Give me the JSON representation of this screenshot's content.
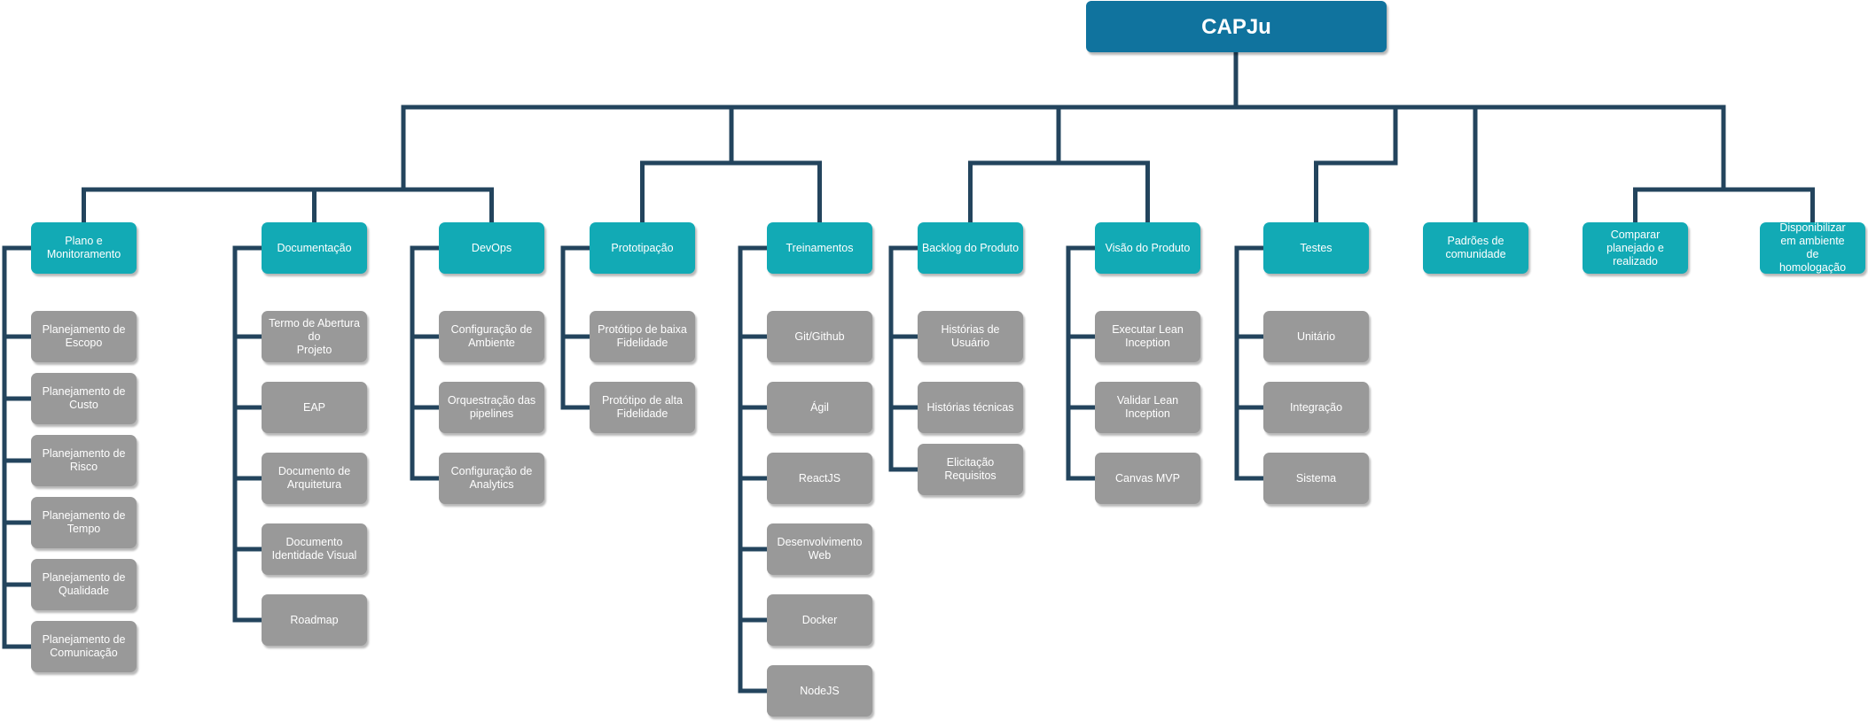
{
  "colors": {
    "root": "#10739e",
    "category": "#12aab5",
    "task": "#999999",
    "connector": "#23445d",
    "text": "#ffffff"
  },
  "root": {
    "label": "CAPJu"
  },
  "categories": [
    {
      "label": "Plano e\nMonitoramento",
      "items": [
        "Planejamento de\nEscopo",
        "Planejamento de\nCusto",
        "Planejamento de\nRisco",
        "Planejamento de\nTempo",
        "Planejamento de\nQualidade",
        "Planejamento de\nComunicação"
      ]
    },
    {
      "label": "Documentação",
      "items": [
        "Termo de Abertura do\nProjeto",
        "EAP",
        "Documento de\nArquitetura",
        "Documento\nIdentidade Visual",
        "Roadmap"
      ]
    },
    {
      "label": "DevOps",
      "items": [
        "Configuração de\nAmbiente",
        "Orquestração das\npipelines",
        "Configuração de\nAnalytics"
      ]
    },
    {
      "label": "Prototipação",
      "items": [
        "Protótipo de baixa\nFidelidade",
        "Protótipo de alta\nFidelidade"
      ]
    },
    {
      "label": "Treinamentos",
      "items": [
        "Git/Github",
        "Ágil",
        "ReactJS",
        "Desenvolvimento\nWeb",
        "Docker",
        "NodeJS"
      ]
    },
    {
      "label": "Backlog do Produto",
      "items": [
        "Histórias de Usuário",
        "Histórias técnicas",
        "Elicitação Requisitos"
      ]
    },
    {
      "label": "Visão do Produto",
      "items": [
        "Executar Lean\nInception",
        "Validar Lean\nInception",
        "Canvas MVP"
      ]
    },
    {
      "label": "Testes",
      "items": [
        "Unitário",
        "Integração",
        "Sistema"
      ]
    },
    {
      "label": "Padrões de\ncomunidade",
      "items": []
    },
    {
      "label": "Comparar\nplanejado e\nrealizado",
      "items": []
    },
    {
      "label": "Disponibilizar\nem ambiente\nde\nhomologação",
      "items": []
    }
  ]
}
